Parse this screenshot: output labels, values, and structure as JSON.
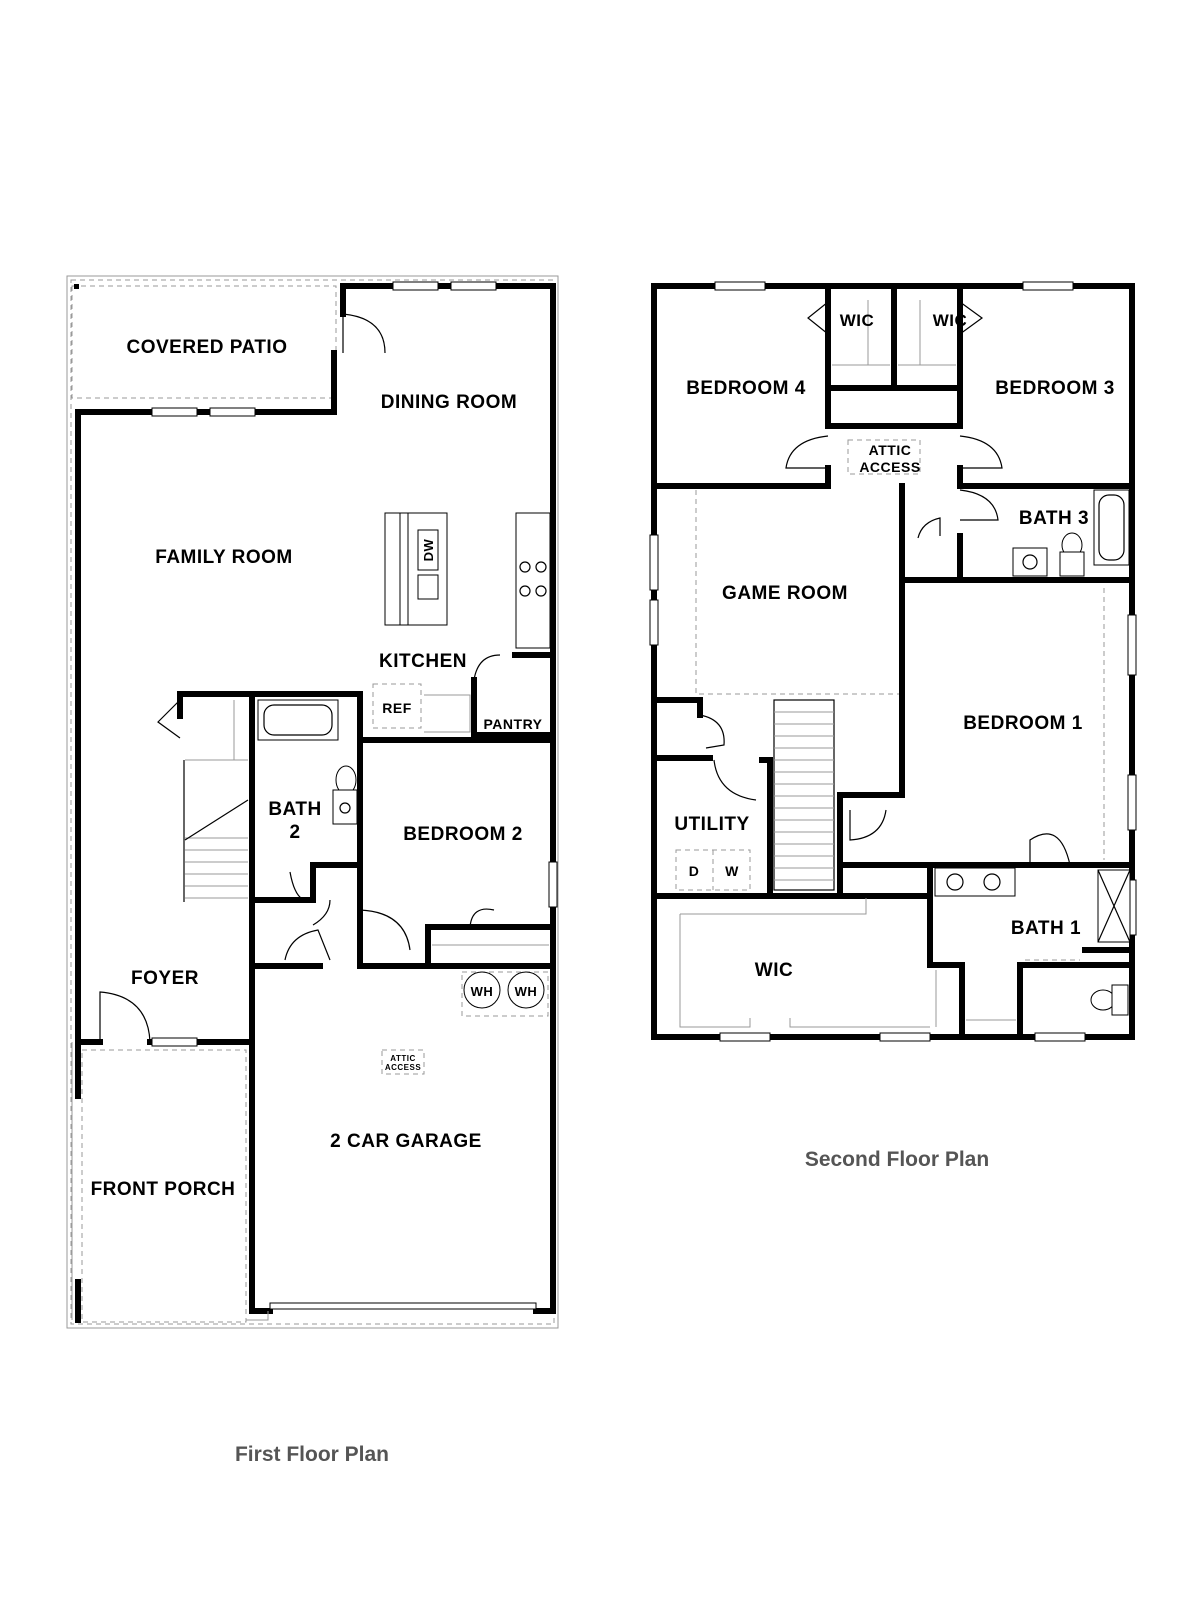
{
  "first_floor": {
    "caption": "First Floor Plan",
    "rooms": {
      "covered_patio": "COVERED PATIO",
      "dining_room": "DINING ROOM",
      "family_room": "FAMILY ROOM",
      "kitchen": "KITCHEN",
      "dw": "DW",
      "ref": "REF",
      "pantry": "PANTRY",
      "bath2_line1": "BATH",
      "bath2_line2": "2",
      "bedroom2": "BEDROOM 2",
      "foyer": "FOYER",
      "wh1": "WH",
      "wh2": "WH",
      "attic_line1": "ATTIC",
      "attic_line2": "ACCESS",
      "garage": "2 CAR GARAGE",
      "front_porch": "FRONT PORCH"
    }
  },
  "second_floor": {
    "caption": "Second Floor Plan",
    "rooms": {
      "wic_left": "WIC",
      "wic_right": "WIC",
      "bedroom4": "BEDROOM 4",
      "bedroom3": "BEDROOM 3",
      "attic_line1": "ATTIC",
      "attic_line2": "ACCESS",
      "bath3": "BATH 3",
      "game_room": "GAME ROOM",
      "bedroom1": "BEDROOM 1",
      "utility": "UTILITY",
      "dryer": "D",
      "washer": "W",
      "bath1": "BATH 1",
      "wic_master": "WIC"
    }
  },
  "colors": {
    "wall": "#000000",
    "caption": "#555555",
    "light_line": "#999999"
  }
}
